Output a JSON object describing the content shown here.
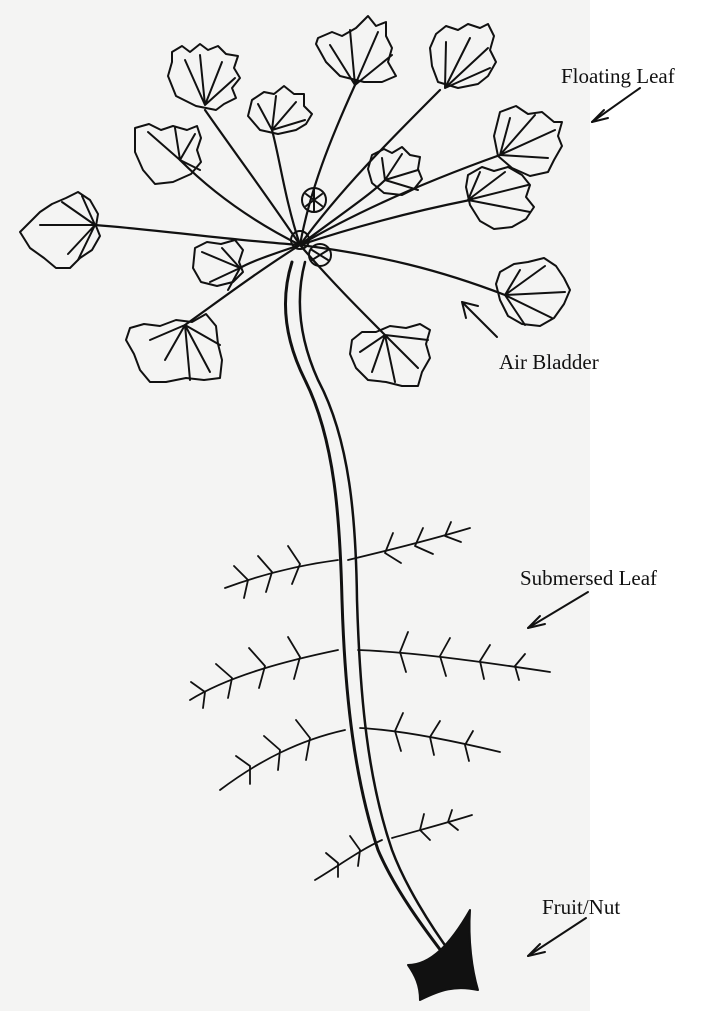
{
  "labels": {
    "floating_leaf": "Floating Leaf",
    "air_bladder": "Air Bladder",
    "submersed_leaf": "Submersed Leaf",
    "fruit_nut": "Fruit/Nut"
  },
  "colors": {
    "ink": "#111111",
    "paper": "#f4f4f3",
    "background": "#ffffff"
  }
}
